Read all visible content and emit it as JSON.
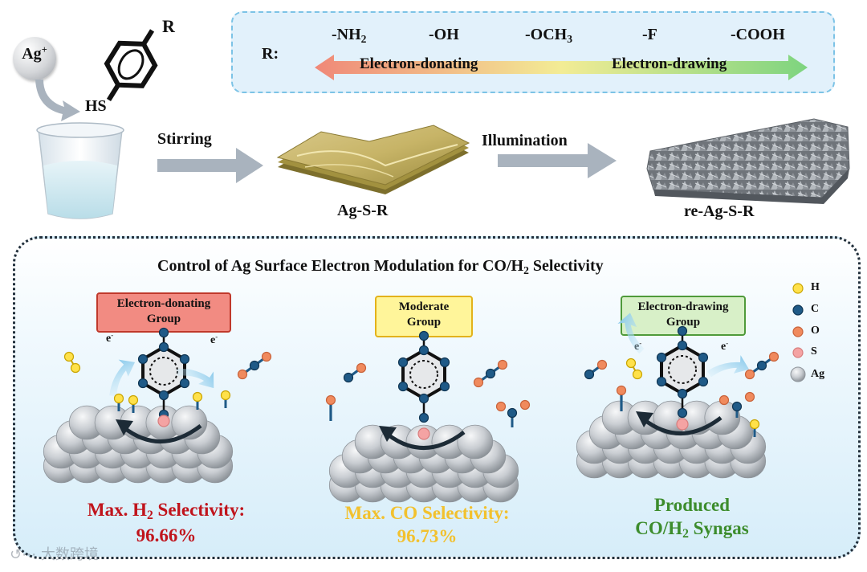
{
  "precursor": {
    "ion_base": "Ag",
    "ion_charge": "+",
    "thiol_head": "HS",
    "substituent": "R"
  },
  "substituents": {
    "row_label": "R:",
    "groups": [
      "-NH",
      "-OH",
      "-OCH",
      "-F",
      "-COOH"
    ],
    "nh2_sub": "2",
    "och3_sub": "3",
    "left_label": "Electron-donating",
    "right_label": "Electron-drawing",
    "arrow_colors": [
      "#f08878",
      "#f3ec95",
      "#7dd47f"
    ]
  },
  "process": {
    "step1": "Stirring",
    "product1": "Ag-S-R",
    "step2": "Illumination",
    "product2": "re-Ag-S-R"
  },
  "panel": {
    "title_prefix": "Control of Ag Surface Electron Modulation for CO/H",
    "title_sub": "2",
    "title_suffix": " Selectivity",
    "electron_symbol": "e",
    "electron_charge": "-"
  },
  "cases": [
    {
      "label_line1": "Electron-donating",
      "label_line2": "Group",
      "fill": "#f28b82",
      "border": "#c0392b",
      "result_line1_prefix": "Max. H",
      "result_line1_sub": "2",
      "result_line1_suffix": " Selectivity:",
      "result_line2": "96.66%",
      "result_color": "#c0141c"
    },
    {
      "label_line1": "Moderate",
      "label_line2": "Group",
      "fill": "#fff59a",
      "border": "#e3b21b",
      "result_line1_prefix": "Max. CO Selectivity:",
      "result_line1_sub": "",
      "result_line1_suffix": "",
      "result_line2": "96.73%",
      "result_color": "#f2c12e"
    },
    {
      "label_line1": "Electron-drawing",
      "label_line2": "Group",
      "fill": "#d8f0c8",
      "border": "#4f9a3a",
      "result_line1_prefix": "Produced",
      "result_line1_sub": "",
      "result_line1_suffix": "",
      "result_line2_prefix": "CO/H",
      "result_line2_sub": "2",
      "result_line2_suffix": " Syngas",
      "result_color": "#3c8c2c"
    }
  ],
  "legend": [
    {
      "label": "H",
      "color": "#ffe14a"
    },
    {
      "label": "C",
      "color": "#1f5a87"
    },
    {
      "label": "O",
      "color": "#f08a5d"
    },
    {
      "label": "S",
      "color": "#f4a3a3"
    },
    {
      "label": "Ag",
      "color": "#c9cdd2"
    }
  ],
  "watermark": "大数跨境"
}
